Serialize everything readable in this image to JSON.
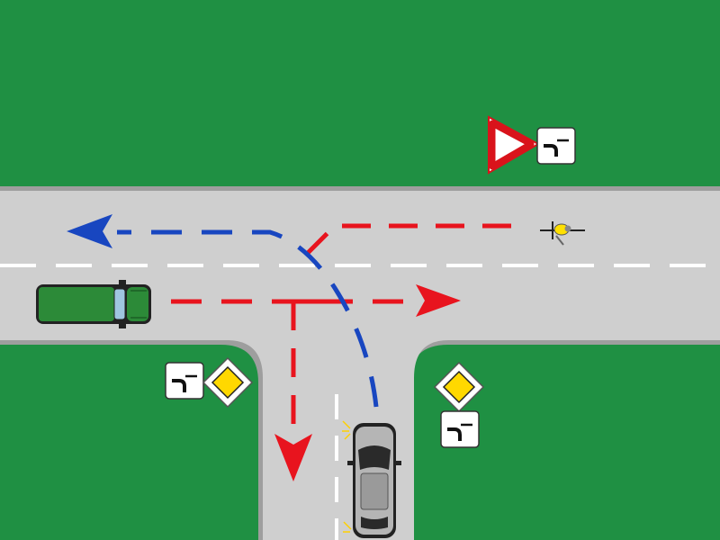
{
  "scene": {
    "type": "traffic-intersection-diagram",
    "layout": "T-junction",
    "colors": {
      "grass": "#1f9043",
      "road": "#cfcfcf",
      "road_edge": "#9e9e9e",
      "lane_marking": "#ffffff",
      "path_red": "#e8141e",
      "path_blue": "#1846c0",
      "sign_red": "#d9131b",
      "priority_yellow": "#ffd800"
    },
    "signs": [
      {
        "kind": "give-way",
        "icon": "give-way-sign-icon",
        "supplementary": "priority-road-shape-plate-icon"
      },
      {
        "kind": "priority-road",
        "icon": "priority-road-sign-icon",
        "supplementary": "priority-road-shape-plate-icon"
      },
      {
        "kind": "priority-road",
        "icon": "priority-road-sign-icon",
        "supplementary": "priority-road-shape-plate-icon"
      }
    ],
    "vehicles": [
      {
        "kind": "van",
        "color": "#2c8a38",
        "heading": "east",
        "icon": "van-icon"
      },
      {
        "kind": "car",
        "color": "#b5b5b5",
        "heading": "north",
        "turn_signal": "left",
        "icon": "car-icon"
      },
      {
        "kind": "bicycle",
        "color": "#ffe000",
        "heading": "west",
        "icon": "bicycle-icon"
      }
    ],
    "paths": [
      {
        "vehicle": "van",
        "color": "red",
        "maneuver": "straight-east"
      },
      {
        "vehicle": "bicycle",
        "color": "red",
        "maneuver": "left-turn-south"
      },
      {
        "vehicle": "car",
        "color": "blue",
        "maneuver": "left-turn-west"
      }
    ]
  }
}
